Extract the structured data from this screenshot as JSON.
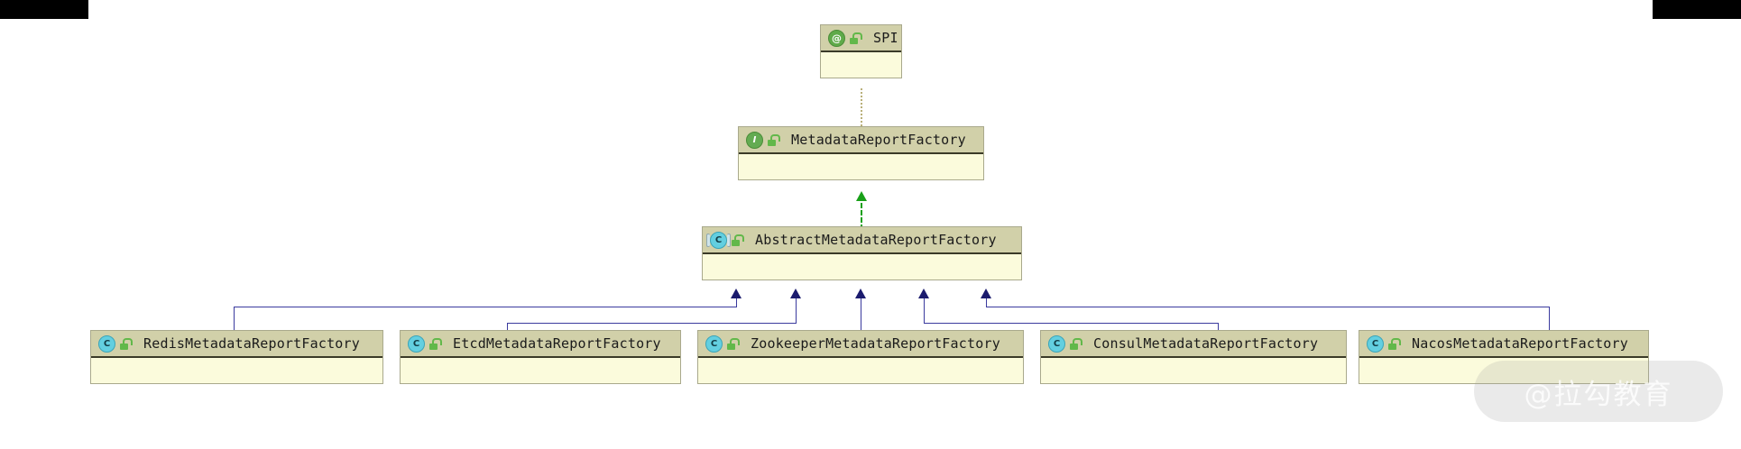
{
  "diagram": {
    "kind": "uml-class-diagram",
    "colors": {
      "node_header": "#d1d0a9",
      "node_body": "#fbfbdc",
      "node_border": "#a9a98c",
      "inheritance_line": "#3a3a9e",
      "inheritance_arrow": "#1b1b6e",
      "implements_line": "#18a018",
      "annotation_line": "#b9b07a",
      "interface_badge": "#63ab52",
      "class_badge": "#63cfe0",
      "annotation_badge": "#5faa4a",
      "lock_icon": "#62b84a",
      "letterbox": "#000000"
    },
    "nodes": {
      "spi": {
        "title": "SPI",
        "stereotype": "annotation",
        "badge_letter": "@",
        "visibility_icon": "unlocked-padlock-icon"
      },
      "metadata_report_factory": {
        "title": "MetadataReportFactory",
        "stereotype": "interface",
        "badge_letter": "I",
        "visibility_icon": "unlocked-padlock-icon"
      },
      "abstract_metadata_report_factory": {
        "title": "AbstractMetadataReportFactory",
        "stereotype": "abstract-class",
        "badge_letter": "C",
        "visibility_icon": "unlocked-padlock-icon"
      },
      "subclasses": [
        {
          "title": "RedisMetadataReportFactory",
          "stereotype": "class",
          "badge_letter": "C",
          "visibility_icon": "unlocked-padlock-icon"
        },
        {
          "title": "EtcdMetadataReportFactory",
          "stereotype": "class",
          "badge_letter": "C",
          "visibility_icon": "unlocked-padlock-icon"
        },
        {
          "title": "ZookeeperMetadataReportFactory",
          "stereotype": "class",
          "badge_letter": "C",
          "visibility_icon": "unlocked-padlock-icon"
        },
        {
          "title": "ConsulMetadataReportFactory",
          "stereotype": "class",
          "badge_letter": "C",
          "visibility_icon": "unlocked-padlock-icon"
        },
        {
          "title": "NacosMetadataReportFactory",
          "stereotype": "class",
          "badge_letter": "C",
          "visibility_icon": "unlocked-padlock-icon"
        }
      ]
    },
    "relationships": [
      {
        "from": "SPI",
        "to": "MetadataReportFactory",
        "type": "annotation",
        "style": "dotted"
      },
      {
        "from": "AbstractMetadataReportFactory",
        "to": "MetadataReportFactory",
        "type": "implements",
        "style": "dashed"
      },
      {
        "from": "RedisMetadataReportFactory",
        "to": "AbstractMetadataReportFactory",
        "type": "extends",
        "style": "solid"
      },
      {
        "from": "EtcdMetadataReportFactory",
        "to": "AbstractMetadataReportFactory",
        "type": "extends",
        "style": "solid"
      },
      {
        "from": "ZookeeperMetadataReportFactory",
        "to": "AbstractMetadataReportFactory",
        "type": "extends",
        "style": "solid"
      },
      {
        "from": "ConsulMetadataReportFactory",
        "to": "AbstractMetadataReportFactory",
        "type": "extends",
        "style": "solid"
      },
      {
        "from": "NacosMetadataReportFactory",
        "to": "AbstractMetadataReportFactory",
        "type": "extends",
        "style": "solid"
      }
    ]
  },
  "watermark": {
    "text": "@拉勾教育"
  }
}
